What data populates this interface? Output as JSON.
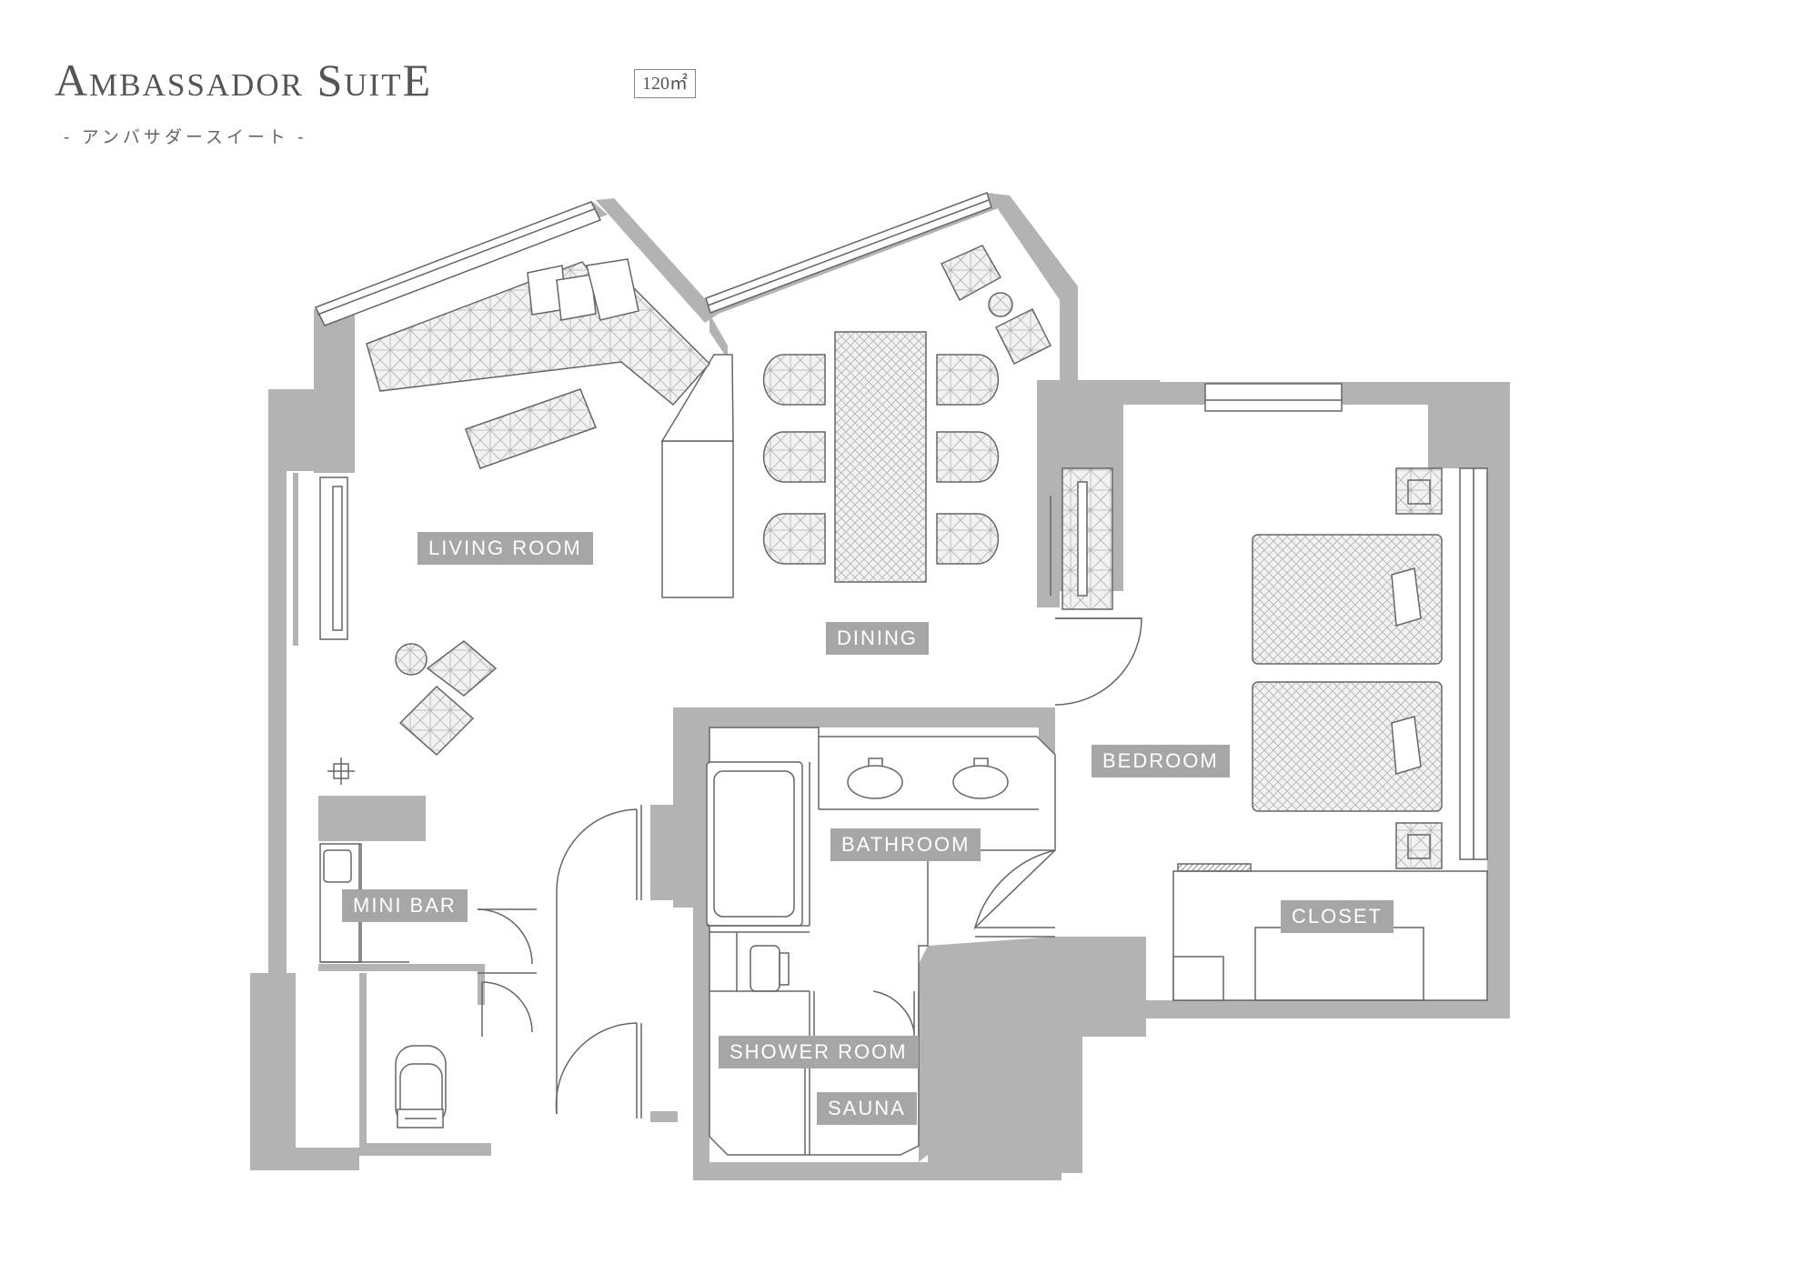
{
  "header": {
    "title": "Ambassador SuitE",
    "area": "120㎡",
    "subtitle": "- アンバサダースイート -"
  },
  "rooms": {
    "living_room": "LIVING ROOM",
    "dining": "DINING",
    "bedroom": "BEDROOM",
    "bathroom": "BATHROOM",
    "mini_bar": "MINI BAR",
    "closet": "CLOSET",
    "shower_room": "SHOWER ROOM",
    "sauna": "SAUNA"
  },
  "colors": {
    "wall": "#b3b3b3",
    "line": "#666666",
    "label_bg": "#a6a6a6",
    "label_text": "#ffffff"
  }
}
